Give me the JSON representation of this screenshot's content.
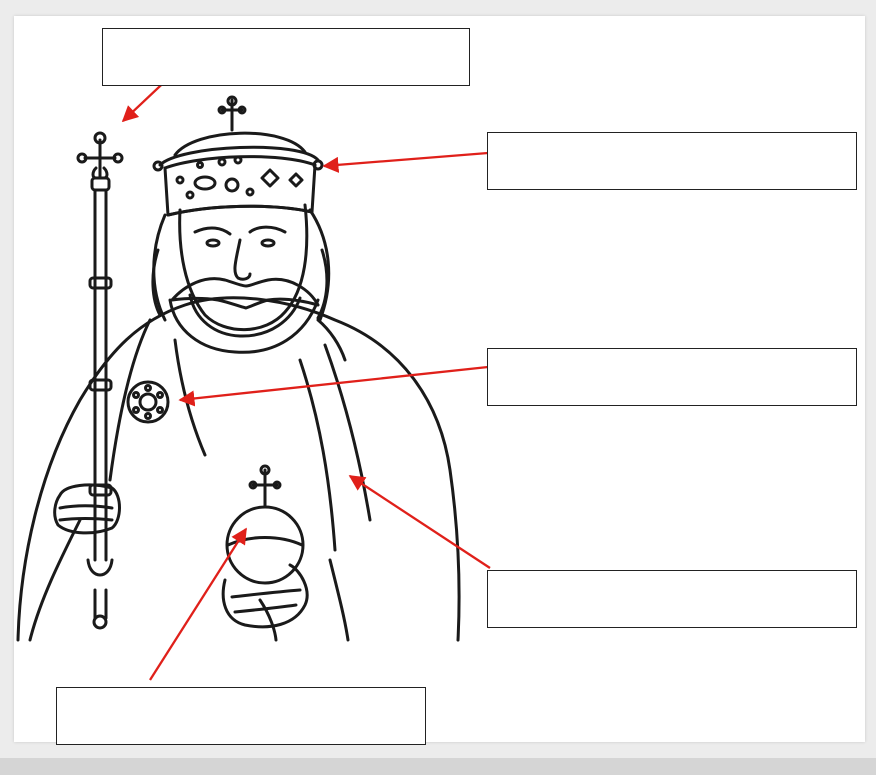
{
  "worksheet": {
    "colors": {
      "background": "#ececec",
      "paper": "#ffffff",
      "line_art": "#1a1a1a",
      "arrow": "#e0201a",
      "box_border": "#222222"
    },
    "figure": "king",
    "label_boxes": [
      {
        "id": "scepter",
        "points_to": "scepter",
        "text": ""
      },
      {
        "id": "crown",
        "points_to": "crown",
        "text": ""
      },
      {
        "id": "brooch",
        "points_to": "brooch",
        "text": ""
      },
      {
        "id": "cloak",
        "points_to": "cloak",
        "text": ""
      },
      {
        "id": "orb",
        "points_to": "orb",
        "text": ""
      }
    ]
  }
}
